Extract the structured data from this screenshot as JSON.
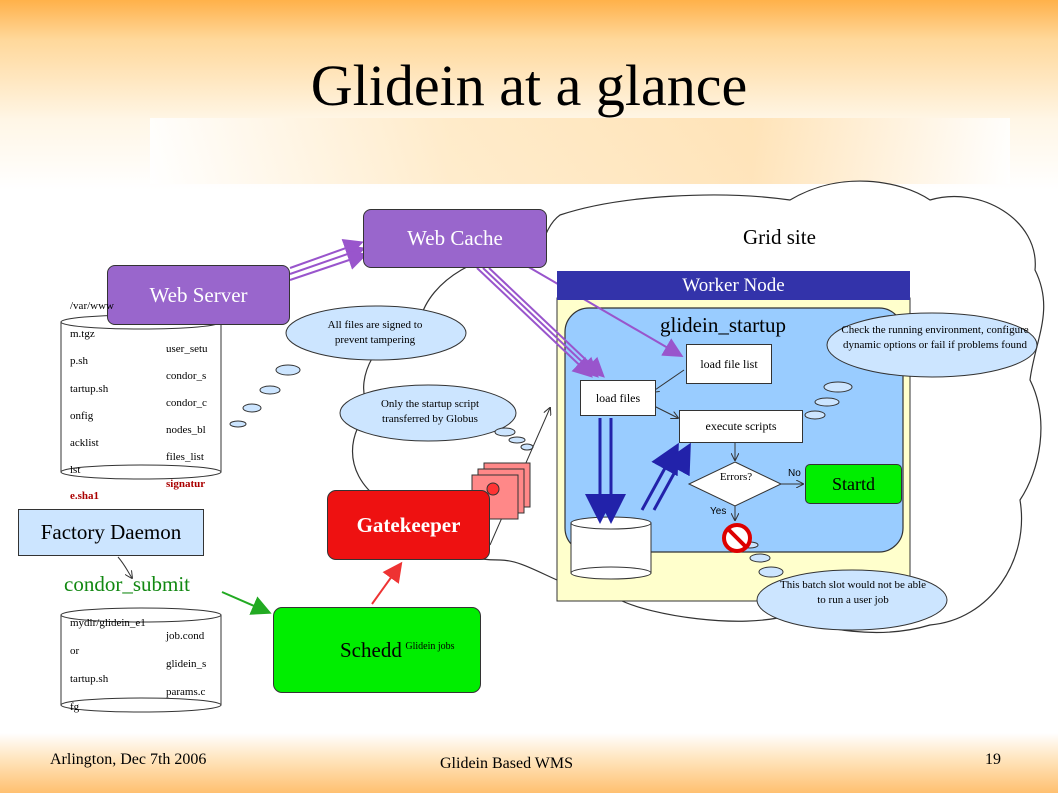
{
  "title": "Glidein at a glance",
  "boxes": {
    "web_cache": "Web Cache",
    "web_server": "Web Server",
    "factory_daemon": "Factory Daemon",
    "gatekeeper": "Gatekeeper",
    "schedd": "Schedd",
    "worker_node": "Worker Node",
    "glidein_startup": "glidein_startup",
    "load_file_list": "load file list",
    "load_files": "load files",
    "execute_scripts": "execute scripts",
    "errors": "Errors?",
    "startd": "Startd",
    "glidein_jobs": "Glidein jobs"
  },
  "labels": {
    "grid_site": "Grid site",
    "condor_submit": "condor_submit",
    "no": "No",
    "yes": "Yes"
  },
  "clouds": {
    "signed": "All files are signed to prevent tampering",
    "globus": "Only the startup script transferred by Globus",
    "check_env": "Check the running environment, configure dynamic options or fail if problems found",
    "batch_slot": "This batch slot would not be able to run a user job"
  },
  "web_files_left": [
    "/var/www",
    "m.tgz",
    "p.sh",
    "tartup.sh",
    "onfig",
    "acklist",
    "lst",
    "e.sha1"
  ],
  "web_files_right": [
    "user_setu",
    "condor_s",
    "condor_c",
    "nodes_bl",
    "files_list",
    "signatur"
  ],
  "submit_files_left": [
    "mydir/glidein_e1",
    "or",
    "tartup.sh",
    "fg"
  ],
  "submit_files_right": [
    "job.cond",
    "glidein_s",
    "params.c"
  ],
  "footer": {
    "left": "Arlington, Dec 7th 2006",
    "center": "Glidein Based WMS",
    "page": "19"
  }
}
